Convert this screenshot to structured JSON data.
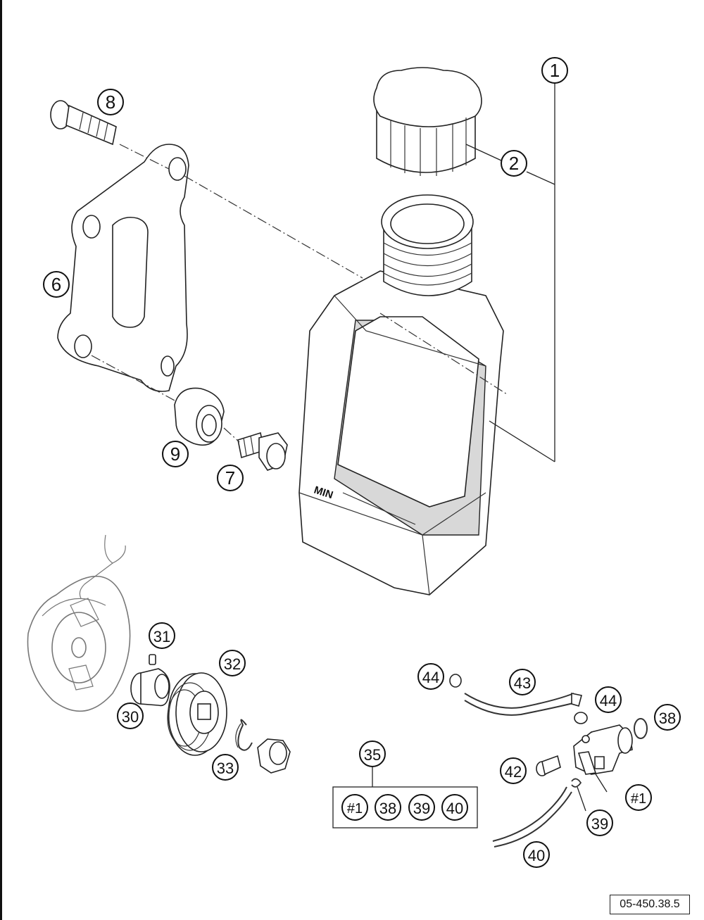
{
  "callouts": {
    "c1": "1",
    "c2": "2",
    "c6": "6",
    "c7": "7",
    "c8": "8",
    "c9": "9",
    "c30": "30",
    "c31": "31",
    "c32": "32",
    "c33": "33",
    "c35": "35",
    "c38a": "38",
    "c39a": "39",
    "c40a": "40",
    "c42": "42",
    "c43": "43",
    "c44a": "44",
    "c44b": "44",
    "hash1a": "#1",
    "kit_1": "#1",
    "kit_38": "38",
    "kit_39": "39",
    "kit_40": "40"
  },
  "tank_label": "MIN",
  "reference_code": "05-450.38.5"
}
